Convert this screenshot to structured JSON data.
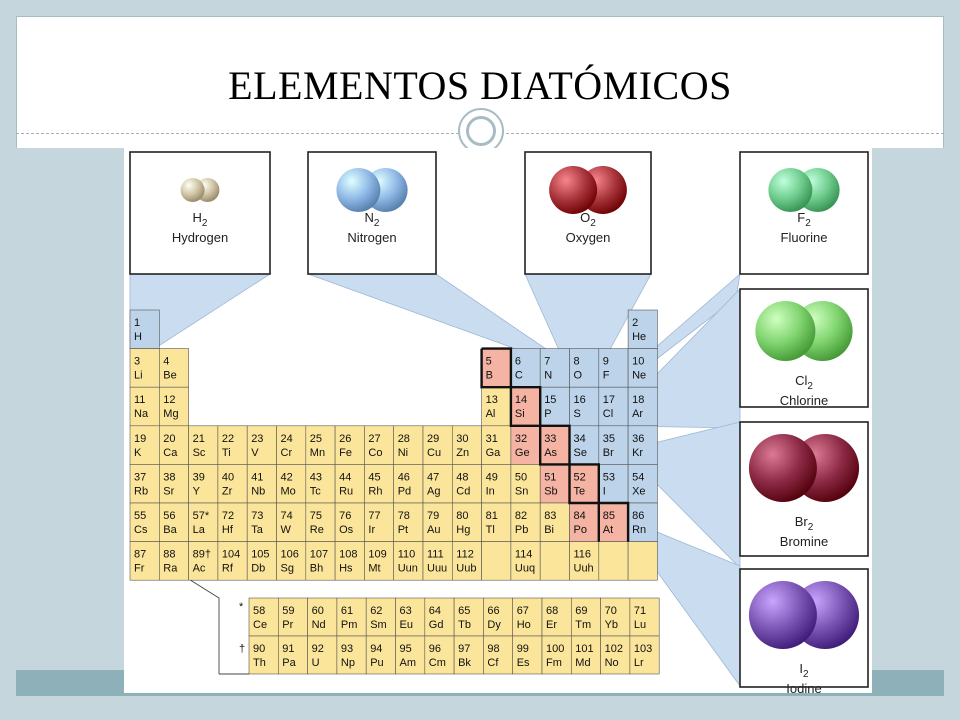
{
  "slide": {
    "title": "ELEMENTOS DIATÓMICOS"
  },
  "colors": {
    "yellow_cell": "#fbe59a",
    "blue_cell": "#bcd3ea",
    "pink_cell": "#f4b3a3",
    "callout_blue": "#c9dcf0",
    "hydrogen": "#cfc3a4",
    "nitrogen": "#8fb8e6",
    "oxygen": "#a8343c",
    "fluorine": "#6fcc8d",
    "chlorine": "#7fd36f",
    "bromine": "#8d2a46",
    "iodine": "#7a55b3"
  },
  "molecules": [
    {
      "formula": "H",
      "sub": "2",
      "name": "Hydrogen",
      "color_key": "hydrogen"
    },
    {
      "formula": "N",
      "sub": "2",
      "name": "Nitrogen",
      "color_key": "nitrogen"
    },
    {
      "formula": "O",
      "sub": "2",
      "name": "Oxygen",
      "color_key": "oxygen"
    },
    {
      "formula": "F",
      "sub": "2",
      "name": "Fluorine",
      "color_key": "fluorine"
    },
    {
      "formula": "Cl",
      "sub": "2",
      "name": "Chlorine",
      "color_key": "chlorine"
    },
    {
      "formula": "Br",
      "sub": "2",
      "name": "Bromine",
      "color_key": "bromine"
    },
    {
      "formula": "I",
      "sub": "2",
      "name": "Iodine",
      "color_key": "iodine"
    }
  ],
  "periodic_table": {
    "main": [
      {
        "n": "1",
        "s": "H",
        "r": 1,
        "c": 1,
        "t": "b"
      },
      {
        "n": "2",
        "s": "He",
        "r": 1,
        "c": 18,
        "t": "b"
      },
      {
        "n": "3",
        "s": "Li",
        "r": 2,
        "c": 1,
        "t": "y"
      },
      {
        "n": "4",
        "s": "Be",
        "r": 2,
        "c": 2,
        "t": "y"
      },
      {
        "n": "5",
        "s": "B",
        "r": 2,
        "c": 13,
        "t": "p"
      },
      {
        "n": "6",
        "s": "C",
        "r": 2,
        "c": 14,
        "t": "b"
      },
      {
        "n": "7",
        "s": "N",
        "r": 2,
        "c": 15,
        "t": "b"
      },
      {
        "n": "8",
        "s": "O",
        "r": 2,
        "c": 16,
        "t": "b"
      },
      {
        "n": "9",
        "s": "F",
        "r": 2,
        "c": 17,
        "t": "b"
      },
      {
        "n": "10",
        "s": "Ne",
        "r": 2,
        "c": 18,
        "t": "b"
      },
      {
        "n": "11",
        "s": "Na",
        "r": 3,
        "c": 1,
        "t": "y"
      },
      {
        "n": "12",
        "s": "Mg",
        "r": 3,
        "c": 2,
        "t": "y"
      },
      {
        "n": "13",
        "s": "Al",
        "r": 3,
        "c": 13,
        "t": "y"
      },
      {
        "n": "14",
        "s": "Si",
        "r": 3,
        "c": 14,
        "t": "p"
      },
      {
        "n": "15",
        "s": "P",
        "r": 3,
        "c": 15,
        "t": "b"
      },
      {
        "n": "16",
        "s": "S",
        "r": 3,
        "c": 16,
        "t": "b"
      },
      {
        "n": "17",
        "s": "Cl",
        "r": 3,
        "c": 17,
        "t": "b"
      },
      {
        "n": "18",
        "s": "Ar",
        "r": 3,
        "c": 18,
        "t": "b"
      },
      {
        "n": "19",
        "s": "K",
        "r": 4,
        "c": 1,
        "t": "y"
      },
      {
        "n": "20",
        "s": "Ca",
        "r": 4,
        "c": 2,
        "t": "y"
      },
      {
        "n": "21",
        "s": "Sc",
        "r": 4,
        "c": 3,
        "t": "y"
      },
      {
        "n": "22",
        "s": "Ti",
        "r": 4,
        "c": 4,
        "t": "y"
      },
      {
        "n": "23",
        "s": "V",
        "r": 4,
        "c": 5,
        "t": "y"
      },
      {
        "n": "24",
        "s": "Cr",
        "r": 4,
        "c": 6,
        "t": "y"
      },
      {
        "n": "25",
        "s": "Mn",
        "r": 4,
        "c": 7,
        "t": "y"
      },
      {
        "n": "26",
        "s": "Fe",
        "r": 4,
        "c": 8,
        "t": "y"
      },
      {
        "n": "27",
        "s": "Co",
        "r": 4,
        "c": 9,
        "t": "y"
      },
      {
        "n": "28",
        "s": "Ni",
        "r": 4,
        "c": 10,
        "t": "y"
      },
      {
        "n": "29",
        "s": "Cu",
        "r": 4,
        "c": 11,
        "t": "y"
      },
      {
        "n": "30",
        "s": "Zn",
        "r": 4,
        "c": 12,
        "t": "y"
      },
      {
        "n": "31",
        "s": "Ga",
        "r": 4,
        "c": 13,
        "t": "y"
      },
      {
        "n": "32",
        "s": "Ge",
        "r": 4,
        "c": 14,
        "t": "p"
      },
      {
        "n": "33",
        "s": "As",
        "r": 4,
        "c": 15,
        "t": "p"
      },
      {
        "n": "34",
        "s": "Se",
        "r": 4,
        "c": 16,
        "t": "b"
      },
      {
        "n": "35",
        "s": "Br",
        "r": 4,
        "c": 17,
        "t": "b"
      },
      {
        "n": "36",
        "s": "Kr",
        "r": 4,
        "c": 18,
        "t": "b"
      },
      {
        "n": "37",
        "s": "Rb",
        "r": 5,
        "c": 1,
        "t": "y"
      },
      {
        "n": "38",
        "s": "Sr",
        "r": 5,
        "c": 2,
        "t": "y"
      },
      {
        "n": "39",
        "s": "Y",
        "r": 5,
        "c": 3,
        "t": "y"
      },
      {
        "n": "40",
        "s": "Zr",
        "r": 5,
        "c": 4,
        "t": "y"
      },
      {
        "n": "41",
        "s": "Nb",
        "r": 5,
        "c": 5,
        "t": "y"
      },
      {
        "n": "42",
        "s": "Mo",
        "r": 5,
        "c": 6,
        "t": "y"
      },
      {
        "n": "43",
        "s": "Tc",
        "r": 5,
        "c": 7,
        "t": "y"
      },
      {
        "n": "44",
        "s": "Ru",
        "r": 5,
        "c": 8,
        "t": "y"
      },
      {
        "n": "45",
        "s": "Rh",
        "r": 5,
        "c": 9,
        "t": "y"
      },
      {
        "n": "46",
        "s": "Pd",
        "r": 5,
        "c": 10,
        "t": "y"
      },
      {
        "n": "47",
        "s": "Ag",
        "r": 5,
        "c": 11,
        "t": "y"
      },
      {
        "n": "48",
        "s": "Cd",
        "r": 5,
        "c": 12,
        "t": "y"
      },
      {
        "n": "49",
        "s": "In",
        "r": 5,
        "c": 13,
        "t": "y"
      },
      {
        "n": "50",
        "s": "Sn",
        "r": 5,
        "c": 14,
        "t": "y"
      },
      {
        "n": "51",
        "s": "Sb",
        "r": 5,
        "c": 15,
        "t": "p"
      },
      {
        "n": "52",
        "s": "Te",
        "r": 5,
        "c": 16,
        "t": "p"
      },
      {
        "n": "53",
        "s": "I",
        "r": 5,
        "c": 17,
        "t": "b"
      },
      {
        "n": "54",
        "s": "Xe",
        "r": 5,
        "c": 18,
        "t": "b"
      },
      {
        "n": "55",
        "s": "Cs",
        "r": 6,
        "c": 1,
        "t": "y"
      },
      {
        "n": "56",
        "s": "Ba",
        "r": 6,
        "c": 2,
        "t": "y"
      },
      {
        "n": "57*",
        "s": "La",
        "r": 6,
        "c": 3,
        "t": "y"
      },
      {
        "n": "72",
        "s": "Hf",
        "r": 6,
        "c": 4,
        "t": "y"
      },
      {
        "n": "73",
        "s": "Ta",
        "r": 6,
        "c": 5,
        "t": "y"
      },
      {
        "n": "74",
        "s": "W",
        "r": 6,
        "c": 6,
        "t": "y"
      },
      {
        "n": "75",
        "s": "Re",
        "r": 6,
        "c": 7,
        "t": "y"
      },
      {
        "n": "76",
        "s": "Os",
        "r": 6,
        "c": 8,
        "t": "y"
      },
      {
        "n": "77",
        "s": "Ir",
        "r": 6,
        "c": 9,
        "t": "y"
      },
      {
        "n": "78",
        "s": "Pt",
        "r": 6,
        "c": 10,
        "t": "y"
      },
      {
        "n": "79",
        "s": "Au",
        "r": 6,
        "c": 11,
        "t": "y"
      },
      {
        "n": "80",
        "s": "Hg",
        "r": 6,
        "c": 12,
        "t": "y"
      },
      {
        "n": "81",
        "s": "Tl",
        "r": 6,
        "c": 13,
        "t": "y"
      },
      {
        "n": "82",
        "s": "Pb",
        "r": 6,
        "c": 14,
        "t": "y"
      },
      {
        "n": "83",
        "s": "Bi",
        "r": 6,
        "c": 15,
        "t": "y"
      },
      {
        "n": "84",
        "s": "Po",
        "r": 6,
        "c": 16,
        "t": "p"
      },
      {
        "n": "85",
        "s": "At",
        "r": 6,
        "c": 17,
        "t": "p"
      },
      {
        "n": "86",
        "s": "Rn",
        "r": 6,
        "c": 18,
        "t": "b"
      },
      {
        "n": "87",
        "s": "Fr",
        "r": 7,
        "c": 1,
        "t": "y"
      },
      {
        "n": "88",
        "s": "Ra",
        "r": 7,
        "c": 2,
        "t": "y"
      },
      {
        "n": "89†",
        "s": "Ac",
        "r": 7,
        "c": 3,
        "t": "y"
      },
      {
        "n": "104",
        "s": "Rf",
        "r": 7,
        "c": 4,
        "t": "y"
      },
      {
        "n": "105",
        "s": "Db",
        "r": 7,
        "c": 5,
        "t": "y"
      },
      {
        "n": "106",
        "s": "Sg",
        "r": 7,
        "c": 6,
        "t": "y"
      },
      {
        "n": "107",
        "s": "Bh",
        "r": 7,
        "c": 7,
        "t": "y"
      },
      {
        "n": "108",
        "s": "Hs",
        "r": 7,
        "c": 8,
        "t": "y"
      },
      {
        "n": "109",
        "s": "Mt",
        "r": 7,
        "c": 9,
        "t": "y"
      },
      {
        "n": "110",
        "s": "Uun",
        "r": 7,
        "c": 10,
        "t": "y"
      },
      {
        "n": "111",
        "s": "Uuu",
        "r": 7,
        "c": 11,
        "t": "y"
      },
      {
        "n": "112",
        "s": "Uub",
        "r": 7,
        "c": 12,
        "t": "y"
      },
      {
        "n": "",
        "s": "",
        "r": 7,
        "c": 13,
        "t": "y"
      },
      {
        "n": "114",
        "s": "Uuq",
        "r": 7,
        "c": 14,
        "t": "y"
      },
      {
        "n": "",
        "s": "",
        "r": 7,
        "c": 15,
        "t": "y"
      },
      {
        "n": "116",
        "s": "Uuh",
        "r": 7,
        "c": 16,
        "t": "y"
      },
      {
        "n": "",
        "s": "",
        "r": 7,
        "c": 17,
        "t": "y"
      },
      {
        "n": "",
        "s": "",
        "r": 7,
        "c": 18,
        "t": "y"
      }
    ],
    "lanthanides_marker": "*",
    "actinides_marker": "†",
    "lanthanides": [
      {
        "n": "58",
        "s": "Ce"
      },
      {
        "n": "59",
        "s": "Pr"
      },
      {
        "n": "60",
        "s": "Nd"
      },
      {
        "n": "61",
        "s": "Pm"
      },
      {
        "n": "62",
        "s": "Sm"
      },
      {
        "n": "63",
        "s": "Eu"
      },
      {
        "n": "64",
        "s": "Gd"
      },
      {
        "n": "65",
        "s": "Tb"
      },
      {
        "n": "66",
        "s": "Dy"
      },
      {
        "n": "67",
        "s": "Ho"
      },
      {
        "n": "68",
        "s": "Er"
      },
      {
        "n": "69",
        "s": "Tm"
      },
      {
        "n": "70",
        "s": "Yb"
      },
      {
        "n": "71",
        "s": "Lu"
      }
    ],
    "actinides": [
      {
        "n": "90",
        "s": "Th"
      },
      {
        "n": "91",
        "s": "Pa"
      },
      {
        "n": "92",
        "s": "U"
      },
      {
        "n": "93",
        "s": "Np"
      },
      {
        "n": "94",
        "s": "Pu"
      },
      {
        "n": "95",
        "s": "Am"
      },
      {
        "n": "96",
        "s": "Cm"
      },
      {
        "n": "97",
        "s": "Bk"
      },
      {
        "n": "98",
        "s": "Cf"
      },
      {
        "n": "99",
        "s": "Es"
      },
      {
        "n": "100",
        "s": "Fm"
      },
      {
        "n": "101",
        "s": "Md"
      },
      {
        "n": "102",
        "s": "No"
      },
      {
        "n": "103",
        "s": "Lr"
      }
    ]
  }
}
